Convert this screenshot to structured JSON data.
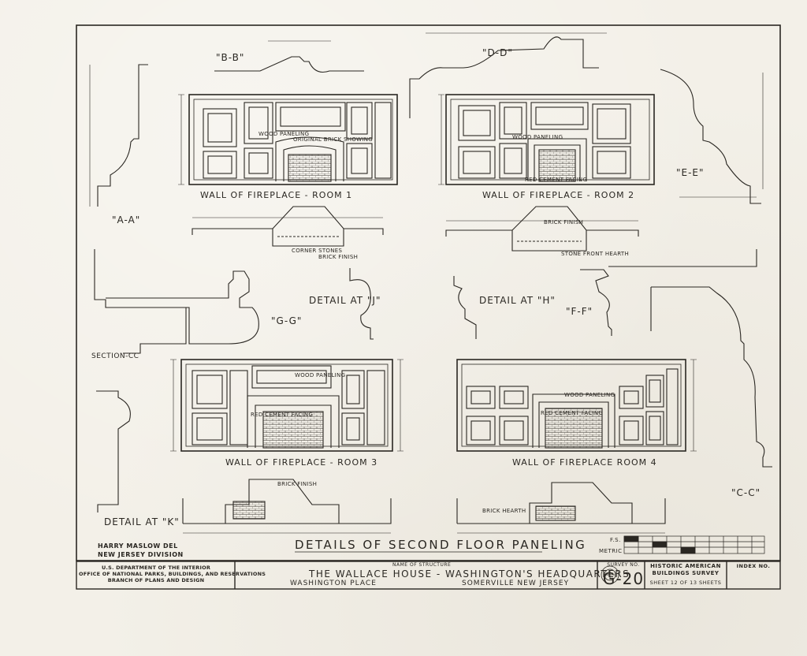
{
  "sheet": {
    "title": "DETAILS OF SECOND FLOOR PANELING",
    "credit_line1": "HARRY MASLOW DEL",
    "credit_line2": "NEW JERSEY DIVISION"
  },
  "views": {
    "wall_room1": "WALL OF FIREPLACE - ROOM 1",
    "wall_room2": "WALL OF FIREPLACE - ROOM 2",
    "wall_room3": "WALL OF FIREPLACE - ROOM 3",
    "wall_room4": "WALL OF FIREPLACE ROOM 4"
  },
  "sections": {
    "aa": "\"A-A\"",
    "bb": "\"B-B\"",
    "cc": "\"C-C\"",
    "dd": "\"D-D\"",
    "ee": "\"E-E\"",
    "ff": "\"F-F\"",
    "gg": "\"G-G\"",
    "section_cc": "SECTION-CC",
    "detail_j": "DETAIL AT \"J\"",
    "detail_h": "DETAIL AT \"H\"",
    "detail_k": "DETAIL AT \"K\""
  },
  "notes": {
    "r1_wood": "WOOD PANELING",
    "r1_brick": "ORIGINAL BRICK SHOWING",
    "r1_plan_a": "CORNER STONES",
    "r1_plan_b": "BRICK FINISH",
    "r2_wood": "WOOD PANELING",
    "r2_cement": "RED CEMENT FACING",
    "r2_plan_a": "BRICK FINISH",
    "r2_plan_b": "STONE FRONT HEARTH",
    "r3_wood": "WOOD PANELING",
    "r3_cement": "RED CEMENT FACING",
    "r3_plan": "BRICK FINISH",
    "r4_wood": "WOOD PANELING",
    "r4_cement": "RED CEMENT FACING",
    "r4_plan": "BRICK HEARTH"
  },
  "title_block": {
    "agency1": "U.S. DEPARTMENT OF THE INTERIOR",
    "agency2": "OFFICE OF NATIONAL PARKS, BUILDINGS, AND RESERVATIONS",
    "agency3": "BRANCH OF PLANS AND DESIGN",
    "name_label": "NAME OF STRUCTURE",
    "structure_name": "THE WALLACE HOUSE - WASHINGTON'S HEADQUARTERS",
    "street": "WASHINGTON PLACE",
    "town": "SOMERVILLE NEW JERSEY",
    "survey_label": "SURVEY NO.",
    "survey_no": "G-20",
    "program1": "HISTORIC AMERICAN",
    "program2": "BUILDINGS SURVEY",
    "sheet_count": "SHEET 12 OF 13 SHEETS",
    "index_label": "INDEX NO."
  },
  "scale_labels": {
    "metric": "METRIC",
    "fs": "F.S."
  }
}
